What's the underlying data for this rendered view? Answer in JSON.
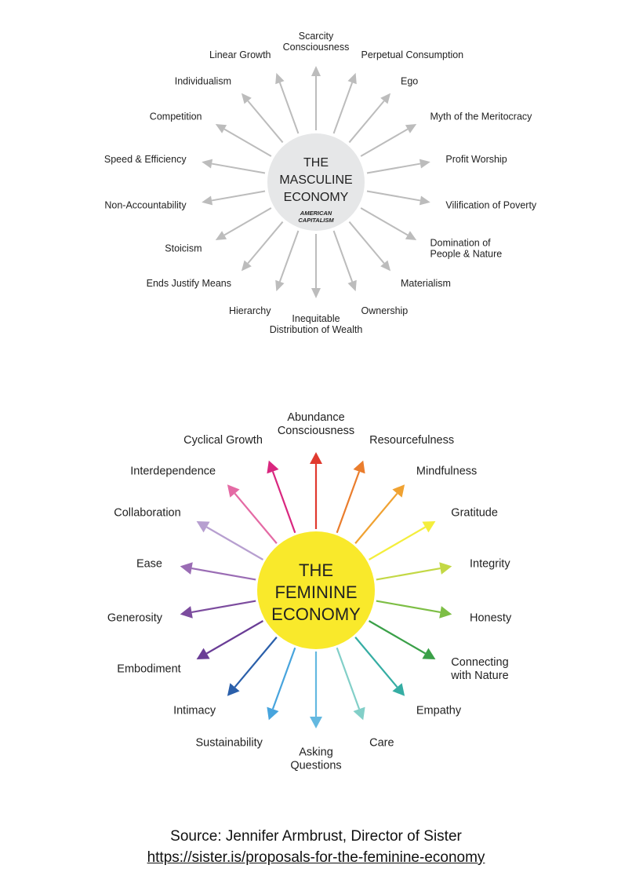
{
  "masculine": {
    "title_lines": [
      "THE",
      "MASCULINE",
      "ECONOMY"
    ],
    "subtitle_lines": [
      "AMERICAN",
      "CAPITALISM"
    ],
    "circle_color": "#e6e7e8",
    "arrow_color": "#bcbcbc",
    "rays": [
      {
        "label": [
          "Scarcity",
          "Consciousness"
        ]
      },
      {
        "label": [
          "Perpetual Consumption"
        ]
      },
      {
        "label": [
          "Ego"
        ]
      },
      {
        "label": [
          "Myth of the Meritocracy"
        ]
      },
      {
        "label": [
          "Profit Worship"
        ]
      },
      {
        "label": [
          "Vilification of Poverty"
        ]
      },
      {
        "label": [
          "Domination of",
          "People & Nature"
        ]
      },
      {
        "label": [
          "Materialism"
        ]
      },
      {
        "label": [
          "Ownership"
        ]
      },
      {
        "label": [
          "Inequitable",
          "Distribution of Wealth"
        ]
      },
      {
        "label": [
          "Hierarchy"
        ]
      },
      {
        "label": [
          "Ends Justify Means"
        ]
      },
      {
        "label": [
          "Stoicism"
        ]
      },
      {
        "label": [
          "Non-Accountability"
        ]
      },
      {
        "label": [
          "Speed & Efficiency"
        ]
      },
      {
        "label": [
          "Competition"
        ]
      },
      {
        "label": [
          "Individualism"
        ]
      },
      {
        "label": [
          "Linear Growth"
        ]
      }
    ]
  },
  "feminine": {
    "title_lines": [
      "THE",
      "FEMININE",
      "ECONOMY"
    ],
    "circle_color": "#f9e92b",
    "rays": [
      {
        "label": [
          "Abundance",
          "Consciousness"
        ],
        "color": "#e03a2f"
      },
      {
        "label": [
          "Resourcefulness"
        ],
        "color": "#ea7d2d"
      },
      {
        "label": [
          "Mindfulness"
        ],
        "color": "#f0a232"
      },
      {
        "label": [
          "Gratitude"
        ],
        "color": "#f4ee3c"
      },
      {
        "label": [
          "Integrity"
        ],
        "color": "#c3d845"
      },
      {
        "label": [
          "Honesty"
        ],
        "color": "#7dbe45"
      },
      {
        "label": [
          "Connecting",
          "with Nature"
        ],
        "color": "#3aa048"
      },
      {
        "label": [
          "Empathy"
        ],
        "color": "#35ada3"
      },
      {
        "label": [
          "Care"
        ],
        "color": "#82cfc8"
      },
      {
        "label": [
          "Asking",
          "Questions"
        ],
        "color": "#63b8e0"
      },
      {
        "label": [
          "Sustainability"
        ],
        "color": "#47a4dd"
      },
      {
        "label": [
          "Intimacy"
        ],
        "color": "#2a5faa"
      },
      {
        "label": [
          "Embodiment"
        ],
        "color": "#6a3d96"
      },
      {
        "label": [
          "Generosity"
        ],
        "color": "#7c4c9e"
      },
      {
        "label": [
          "Ease"
        ],
        "color": "#9a6cb4"
      },
      {
        "label": [
          "Collaboration"
        ],
        "color": "#b79fd0"
      },
      {
        "label": [
          "Interdependence"
        ],
        "color": "#e46aa4"
      },
      {
        "label": [
          "Cyclical Growth"
        ],
        "color": "#d9277f"
      }
    ]
  },
  "source": {
    "text": "Source: Jennifer Armbrust, Director of Sister",
    "url": "https://sister.is/proposals-for-the-feminine-economy"
  }
}
